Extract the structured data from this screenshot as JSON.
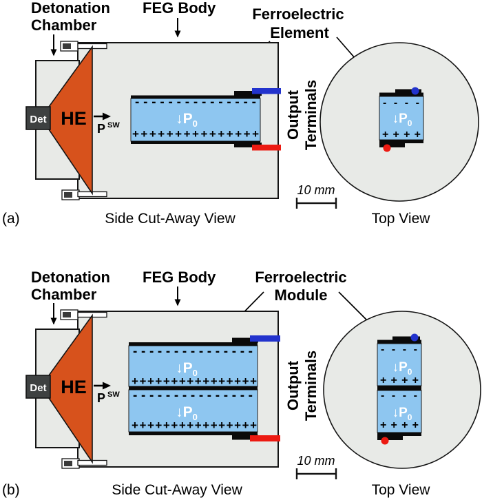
{
  "colors": {
    "body_gray": "#e8eae7",
    "he_orange": "#d7521c",
    "det_gray": "#3e4141",
    "element_blue": "#8ec6f0",
    "negative_blue": "#2b55dd",
    "positive_red": "#e6231e",
    "terminal_blue": "#2233cd",
    "terminal_red": "#ec1a12"
  },
  "panels": [
    {
      "tag": "(a)",
      "detonation_chamber": [
        "Detonation",
        "Chamber"
      ],
      "feg_body": "FEG Body",
      "component_label": [
        "Ferroelectric",
        "Element"
      ],
      "output_terminals": [
        "Output",
        "Terminals"
      ],
      "det": "Det",
      "he": "HE",
      "shock_wave_symbol": "P",
      "shock_wave_superscript": "SW",
      "scale_label": "10 mm",
      "side_caption": "Side Cut-Away View",
      "top_caption": "Top View",
      "side_view": {
        "minus_row": "---------------",
        "polarization": "↓P",
        "polarization_sub": "0",
        "plus_row": "+++++++++++++++"
      },
      "top_view": {
        "minus_row": "----",
        "polarization": "↓P",
        "polarization_sub": "0",
        "plus_row": "++++"
      }
    },
    {
      "tag": "(b)",
      "detonation_chamber": [
        "Detonation",
        "Chamber"
      ],
      "feg_body": "FEG Body",
      "component_label": [
        "Ferroelectric",
        "Module"
      ],
      "output_terminals": [
        "Output",
        "Terminals"
      ],
      "det": "Det",
      "he": "HE",
      "shock_wave_symbol": "P",
      "shock_wave_superscript": "SW",
      "scale_label": "10 mm",
      "side_caption": "Side Cut-Away View",
      "top_caption": "Top View",
      "side_view": {
        "minus_row": "---------------",
        "polarization": "↓P",
        "polarization_sub": "0",
        "plus_row": "++++++++++++++++"
      },
      "top_view": {
        "minus_row": "----",
        "polarization": "↓P",
        "polarization_sub": "0",
        "plus_row": "++++"
      }
    }
  ]
}
